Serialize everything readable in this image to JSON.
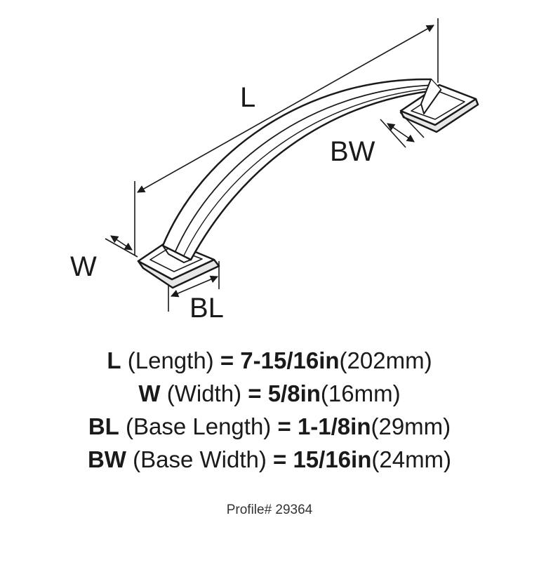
{
  "diagram": {
    "labels": {
      "length": "L",
      "width": "W",
      "base_length": "BL",
      "base_width": "BW"
    },
    "line_color": "#1a1a1a"
  },
  "specs": [
    {
      "abbr": "L",
      "desc": "(Length)",
      "eq": "=",
      "imperial": "7-15/16in",
      "metric": "(202mm)"
    },
    {
      "abbr": "W",
      "desc": "(Width)",
      "eq": "=",
      "imperial": "5/8in",
      "metric": "(16mm)"
    },
    {
      "abbr": "BL",
      "desc": "(Base Length)",
      "eq": "=",
      "imperial": "1-1/8in",
      "metric": "(29mm)"
    },
    {
      "abbr": "BW",
      "desc": "(Base Width)",
      "eq": "=",
      "imperial": "15/16in",
      "metric": "(24mm)"
    }
  ],
  "profile": "Profile# 29364"
}
